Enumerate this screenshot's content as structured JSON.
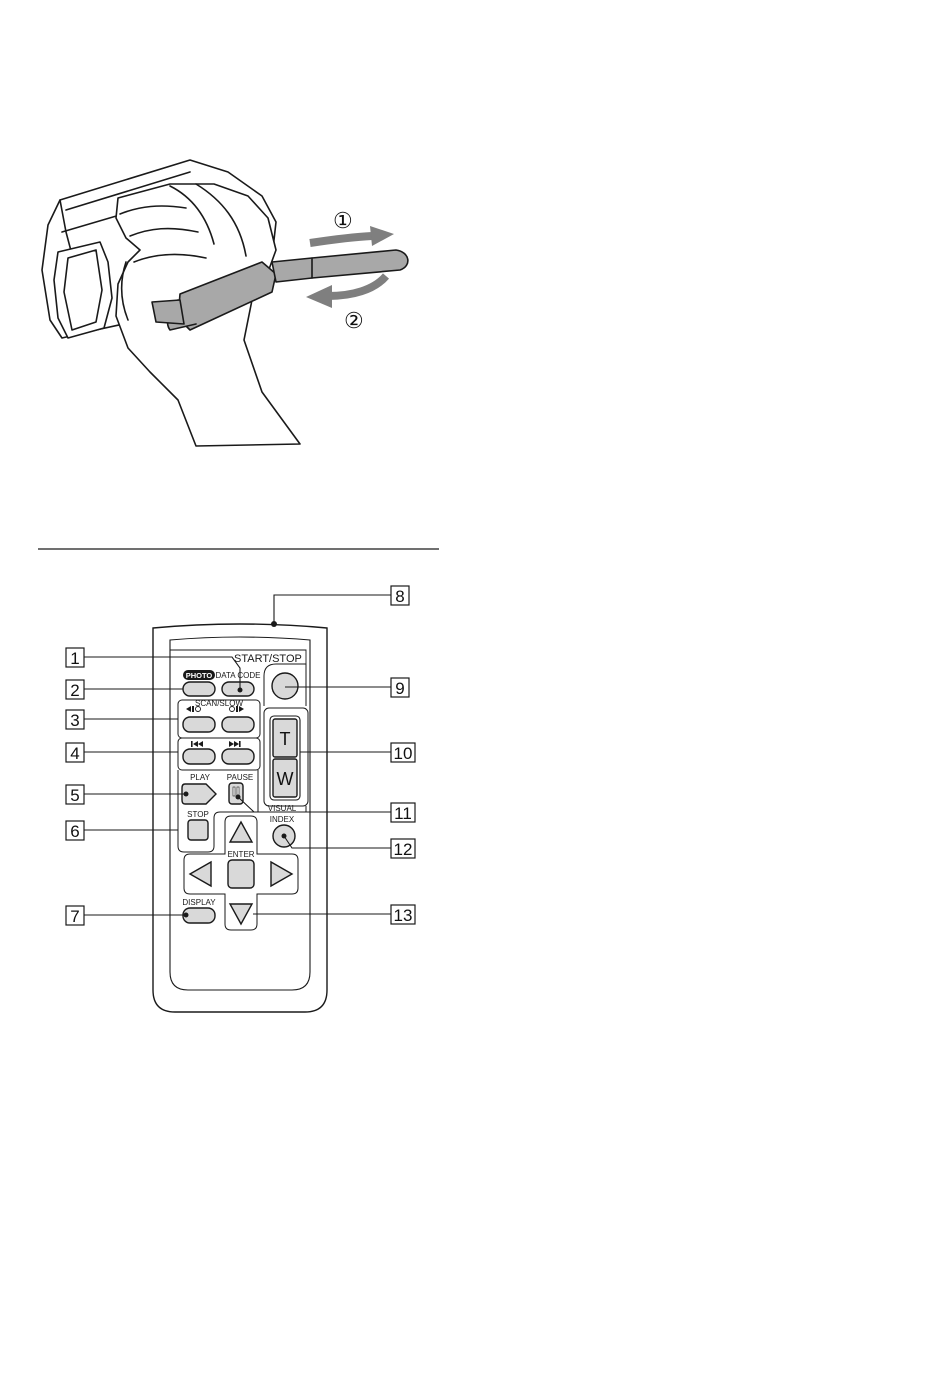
{
  "strap_steps": {
    "step1": "①",
    "step2": "②"
  },
  "remote": {
    "start_stop": "START/STOP",
    "photo": "PHOTO",
    "data_code": "DATA CODE",
    "scan_slow": "SCAN/SLOW",
    "play": "PLAY",
    "pause": "PAUSE",
    "stop": "STOP",
    "visual_index_1": "VISUAL",
    "visual_index_2": "INDEX",
    "enter": "ENTER",
    "display": "DISPLAY",
    "zoom_t": "T",
    "zoom_w": "W",
    "prev_icon": "prev-track-icon",
    "next_icon": "next-track-icon"
  },
  "callouts": {
    "c1": "1",
    "c2": "2",
    "c3": "3",
    "c4": "4",
    "c5": "5",
    "c6": "6",
    "c7": "7",
    "c8": "8",
    "c9": "9",
    "c10": "10",
    "c11": "11",
    "c12": "12",
    "c13": "13"
  },
  "colors": {
    "strap_arrow": "#7f7f7f",
    "button_fill": "#d9d9d9",
    "line": "#1a1a1a"
  }
}
